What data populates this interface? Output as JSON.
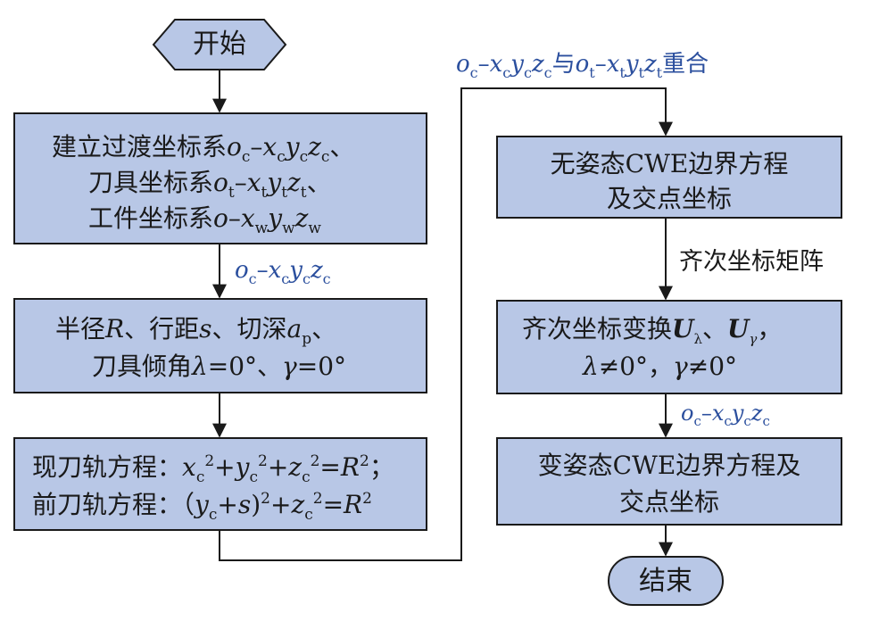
{
  "colors": {
    "node_fill": "#b8c7e6",
    "stroke": "#1a1a1a",
    "label_blue": "#2b4f9e"
  },
  "nodes": {
    "start": "开始",
    "step1": {
      "line1": "建立过渡坐标系",
      "line2": "刀具坐标系",
      "line3": "工件坐标系"
    },
    "step2": {
      "line1a": "半径",
      "line1b": "、行距",
      "line1c": "、切深",
      "line2a": "刀具倾角",
      "line2b": "=0°、",
      "line2c": "=0°"
    },
    "step3": {
      "line1": "现刀轨方程：",
      "line2": "前刀轨方程：（"
    },
    "step4": {
      "line1": "无姿态CWE边界方程",
      "line2": "及交点坐标"
    },
    "step5": {
      "line1": "齐次坐标变换",
      "line2sep": "，",
      "neq": "≠0°，"
    },
    "step6": {
      "line1": "变姿态CWE边界方程及",
      "line2": "交点坐标"
    },
    "end": "结束"
  },
  "edges": {
    "label_top": "与",
    "label_top_tail": "重合",
    "label_right": "齐次坐标矩阵"
  }
}
